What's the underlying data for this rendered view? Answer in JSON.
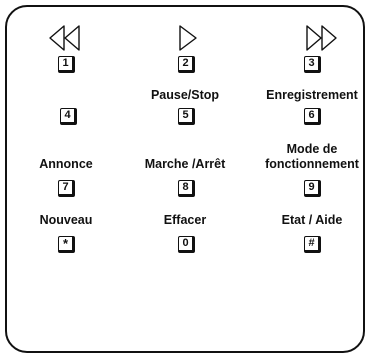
{
  "transport": {
    "rewind_icon": "double-triangle-left",
    "play_icon": "triangle-right",
    "forward_icon": "double-triangle-right"
  },
  "keys": {
    "k1": "1",
    "k2": "2",
    "k3": "3",
    "k4": "4",
    "k5": "5",
    "k6": "6",
    "k7": "7",
    "k8": "8",
    "k9": "9",
    "kstar": "*",
    "k0": "0",
    "khash": "#"
  },
  "labels": {
    "pause_stop": "Pause/Stop",
    "enregistrement": "Enregistrement",
    "annonce": "Annonce",
    "marche_arret": "Marche /Arrêt",
    "mode_line1": "Mode de",
    "mode_line2": "fonctionnement",
    "nouveau": "Nouveau",
    "effacer": "Effacer",
    "etat_aide": "Etat / Aide"
  }
}
